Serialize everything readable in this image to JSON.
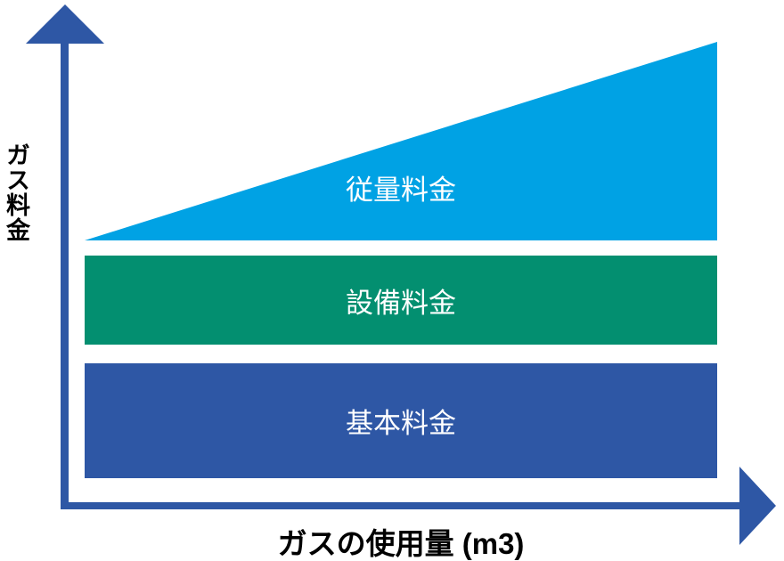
{
  "diagram": {
    "y_axis": {
      "label": "ガス料金"
    },
    "x_axis": {
      "label": "ガスの使用量 (m3)"
    },
    "layers": [
      {
        "name": "volumetric-charge",
        "shape": "right-triangle",
        "label": "従量料金",
        "color": "#00A2E4"
      },
      {
        "name": "equipment-charge",
        "shape": "rectangle",
        "label": "設備料金",
        "color": "#038F70"
      },
      {
        "name": "basic-charge",
        "shape": "rectangle",
        "label": "基本料金",
        "color": "#2E57A5"
      }
    ],
    "colors": {
      "axis": "#2E57A5",
      "layer_label_text": "#FFFFFF",
      "axis_label_text": "#000000",
      "background": "#FFFFFF"
    }
  }
}
